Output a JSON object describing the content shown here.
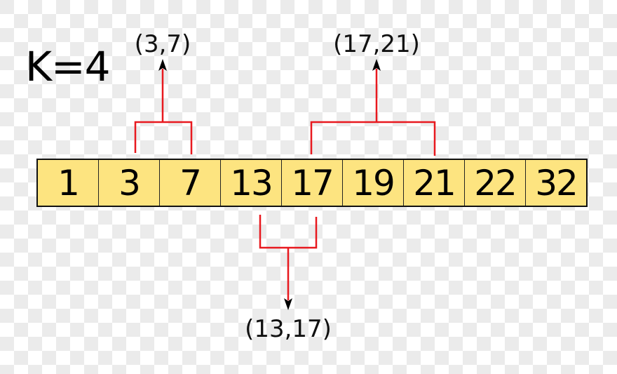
{
  "title": "K=4",
  "array": {
    "values": [
      "1",
      "3",
      "7",
      "13",
      "17",
      "19",
      "21",
      "22",
      "32"
    ],
    "fill_color": "#fde480",
    "border_color": "#111111"
  },
  "pairs": [
    {
      "label": "(3,7)",
      "position": "above",
      "from_index": 1,
      "to_index": 2
    },
    {
      "label": "(17,21)",
      "position": "above",
      "from_index": 4,
      "to_index": 6
    },
    {
      "label": "(13,17)",
      "position": "below",
      "from_index": 3,
      "to_index": 4
    }
  ],
  "colors": {
    "bracket": "#e8191f",
    "arrowhead": "#000000",
    "text": "#000000"
  }
}
